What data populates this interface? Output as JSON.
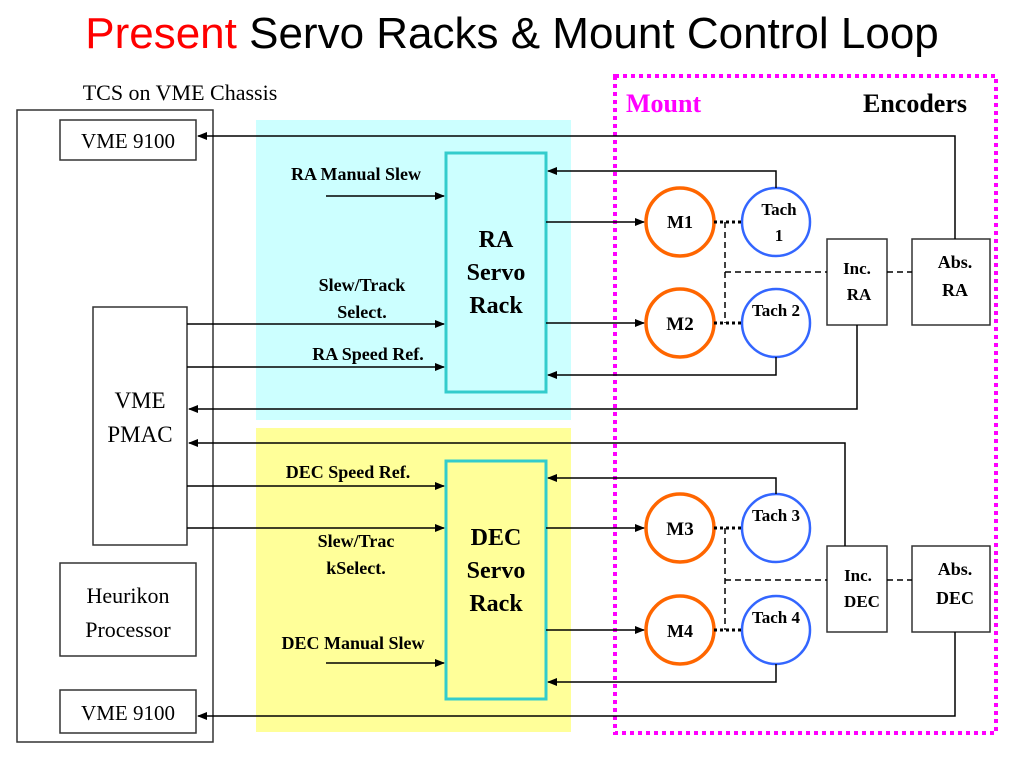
{
  "title": {
    "accent": "Present",
    "rest": "Servo Racks & Mount Control Loop",
    "accent_color": "#ff0000"
  },
  "chassis": {
    "label": "TCS on VME Chassis",
    "vme9100_top": "VME 9100",
    "pmac": [
      "VME",
      "PMAC"
    ],
    "heurikon": [
      "Heurikon",
      "Processor"
    ],
    "vme9100_bottom": "VME 9100"
  },
  "ra_section": {
    "bg_color": "#ccffff",
    "manual_slew": "RA Manual Slew",
    "slew_track": [
      "Slew/Track",
      "Select."
    ],
    "speed_ref": "RA Speed Ref.",
    "rack": [
      "RA",
      "Servo",
      "Rack"
    ]
  },
  "dec_section": {
    "bg_color": "#ffff99",
    "speed_ref": "DEC Speed Ref.",
    "slew_track": [
      "Slew/Trac",
      "kSelect."
    ],
    "manual_slew": "DEC Manual Slew",
    "rack": [
      "DEC",
      "Servo",
      "Rack"
    ]
  },
  "mount": {
    "label": "Mount",
    "color": "#ff00ff",
    "encoders_label": "Encoders",
    "motors": [
      "M1",
      "M2",
      "M3",
      "M4"
    ],
    "motor_color": "#ff6600",
    "tachs": [
      [
        "Tach",
        "1"
      ],
      [
        "Tach 2"
      ],
      [
        "Tach 3"
      ],
      [
        "Tach 4"
      ]
    ],
    "tach_color": "#3366ff",
    "inc_ra": [
      "Inc.",
      "RA"
    ],
    "abs_ra": [
      "Abs.",
      "RA"
    ],
    "inc_dec": [
      "Inc.",
      "DEC"
    ],
    "abs_dec": [
      "Abs.",
      "DEC"
    ]
  },
  "rack_border_color": "#33cccc"
}
